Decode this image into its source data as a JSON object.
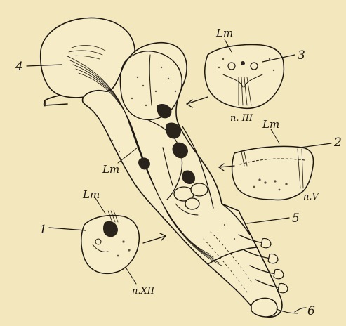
{
  "labels": {
    "n1": "1",
    "n2": "2",
    "n3": "3",
    "n4": "4",
    "n5": "5",
    "n6": "6",
    "lm_top": "Lm",
    "lm_mid": "Lm",
    "lm_center": "Lm",
    "lm_left": "Lm",
    "nerve_iii": "n. III",
    "nerve_v": "n.V",
    "nerve_xii": "n.XII"
  },
  "colors": {
    "paper": "#f3e7bd",
    "ink": "#1c1712"
  }
}
